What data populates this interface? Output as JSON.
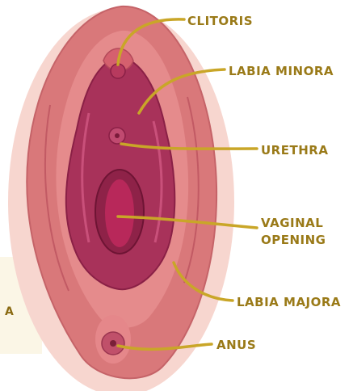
{
  "diagram": {
    "label_color": "#9a7a18",
    "line_color": "#c9a628",
    "labels": {
      "clitoris": "CLITORIS",
      "labia_minora": "LABIA MINORA",
      "urethra": "URETHRA",
      "vaginal_opening_1": "VAGINAL",
      "vaginal_opening_2": "OPENING",
      "labia_majora": "LABIA MAJORA",
      "anus": "ANUS"
    },
    "side_fragment": "A"
  }
}
